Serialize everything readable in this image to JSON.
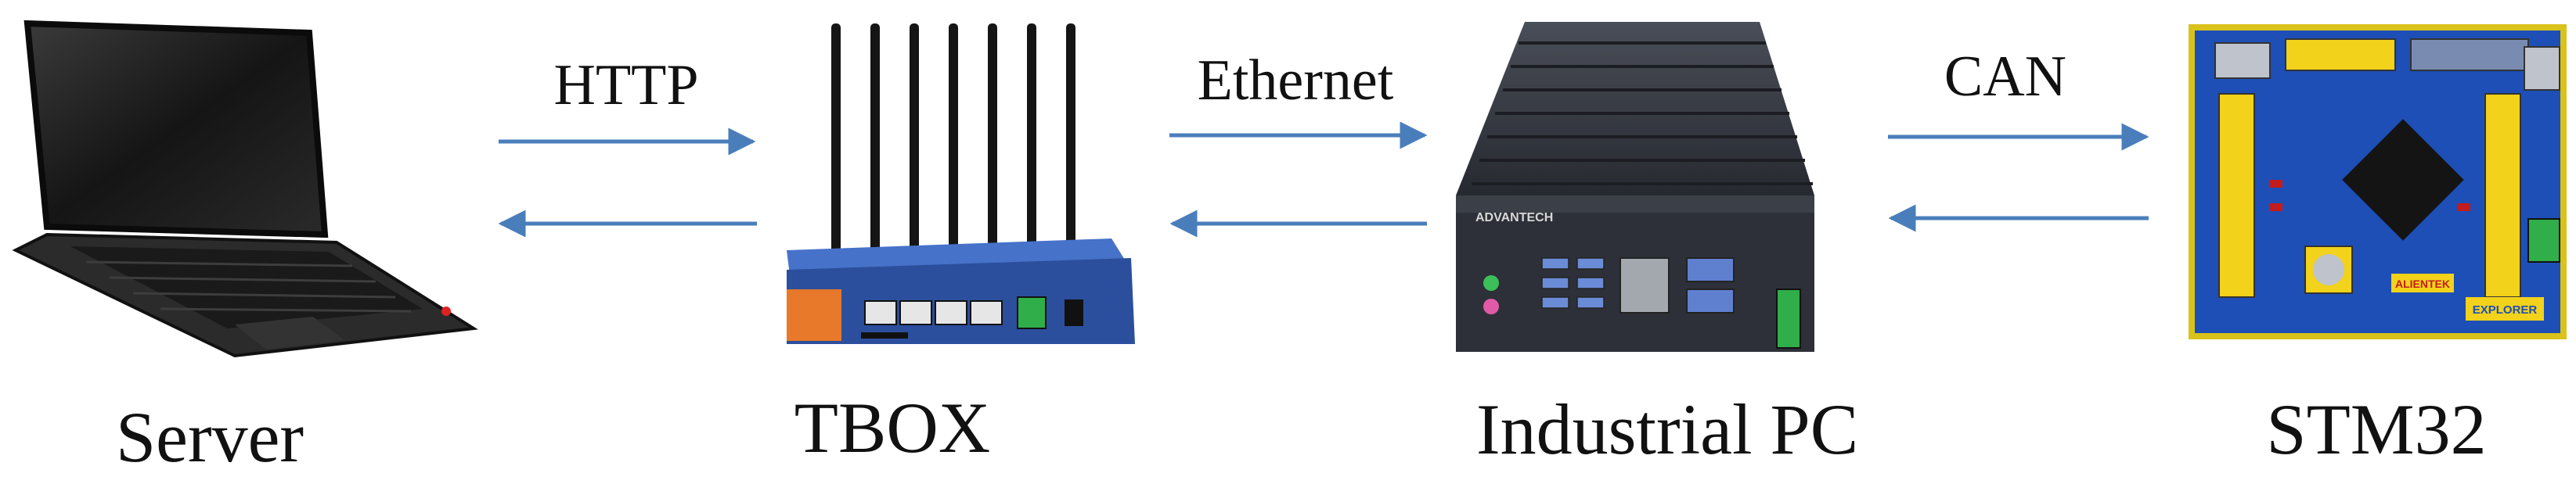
{
  "nodes": [
    {
      "id": "server",
      "label": "Server",
      "device": "laptop-icon"
    },
    {
      "id": "tbox",
      "label": "TBOX",
      "device": "router-icon"
    },
    {
      "id": "ipc",
      "label": "Industrial PC",
      "device": "industrial-pc-icon",
      "brand": "ADVANTECH"
    },
    {
      "id": "stm32",
      "label": "STM32",
      "device": "circuit-board-icon",
      "board_texts": [
        "ALIENTEK",
        "EXPLORER"
      ]
    }
  ],
  "links": [
    {
      "from": "server",
      "to": "tbox",
      "label": "HTTP"
    },
    {
      "from": "tbox",
      "to": "ipc",
      "label": "Ethernet"
    },
    {
      "from": "ipc",
      "to": "stm32",
      "label": "CAN"
    }
  ],
  "colors": {
    "arrow": "#4a7ebb",
    "router_blue": "#2b4f9c",
    "router_orange": "#e8782a",
    "pc_body": "#2d3038",
    "board_blue": "#1e4fb6",
    "board_yellow": "#f2d21a",
    "text": "#111111"
  }
}
